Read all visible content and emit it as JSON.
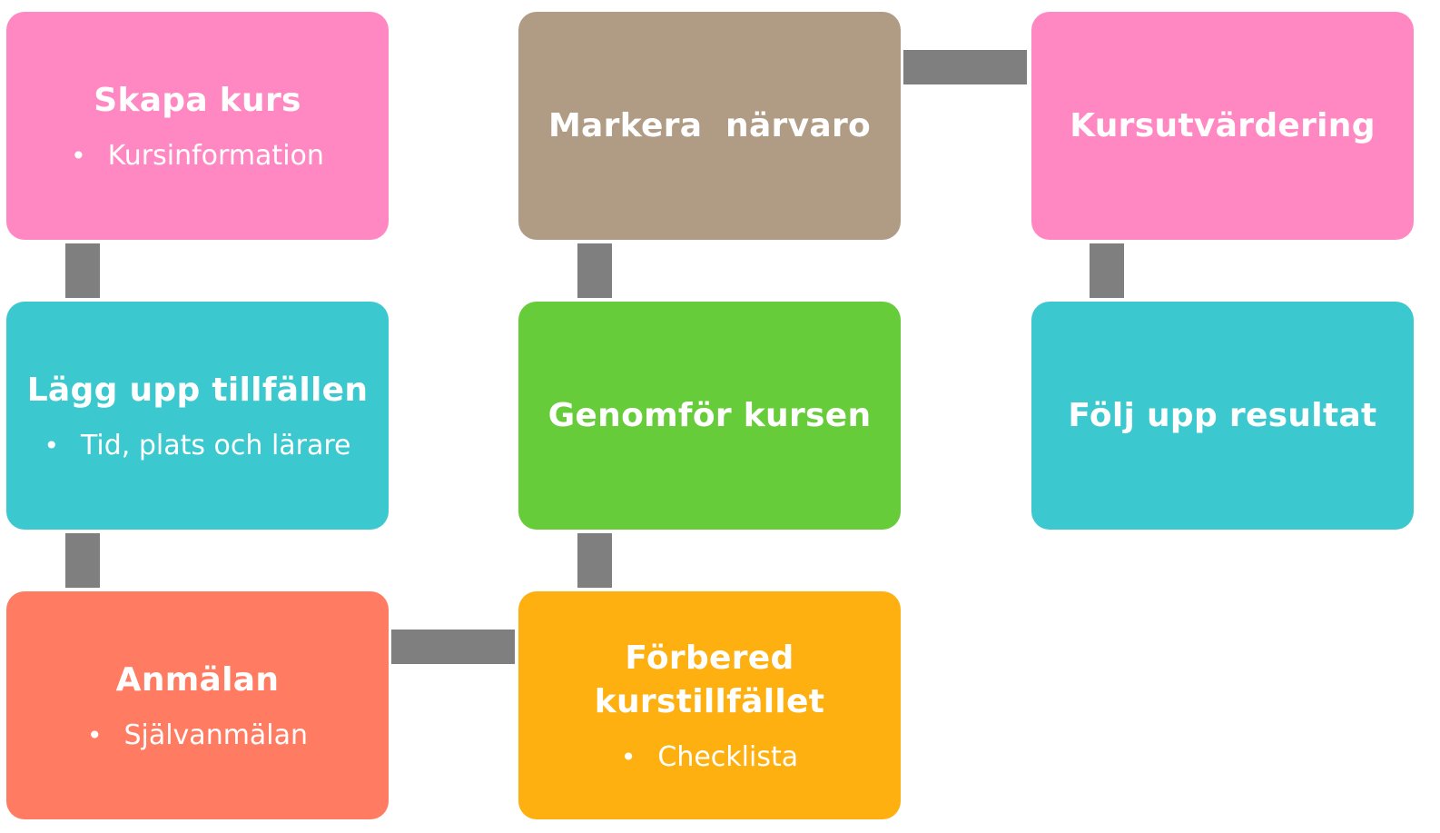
{
  "colors": {
    "pink": "#ff88c2",
    "teal": "#3cc8cf",
    "coral": "#ff7b61",
    "taupe": "#b09c84",
    "green": "#66cc3a",
    "amber": "#fdb00f",
    "connector": "#7f7f7f"
  },
  "steps": [
    {
      "title": "Skapa kurs",
      "bullet": "Kursinformation"
    },
    {
      "title": "Lägg upp tillfällen",
      "bullet": "Tid, plats och lärare"
    },
    {
      "title": "Anmälan",
      "bullet": "Självanmälan"
    },
    {
      "title": "Förbered kurstillfället",
      "bullet": "Checklista"
    },
    {
      "title": "Genomför kursen"
    },
    {
      "title": "Markera  närvaro"
    },
    {
      "title": "Kursutvärdering"
    },
    {
      "title": "Följ upp resultat"
    }
  ],
  "bullet_symbol": "•"
}
